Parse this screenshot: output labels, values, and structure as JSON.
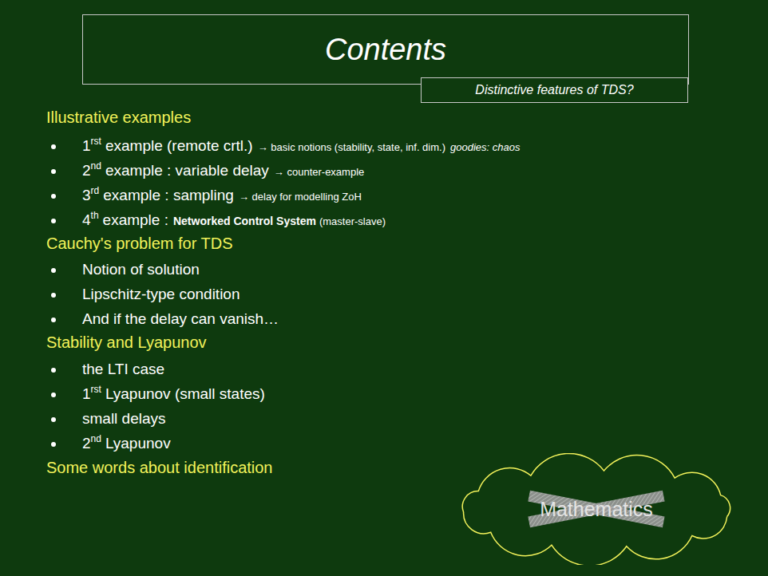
{
  "diagram": {
    "title": "Contents",
    "nodes": [
      {
        "text": [
          "Distinctive features of TDS?"
        ]
      },
      {
        "text": [
          "Mathematics"
        ]
      }
    ],
    "labels": [
      "Illustrative examples",
      "1",
      "rst",
      "example (remote crtl.)",
      "→ basic notions (stability, state, inf. dim.)",
      "goodies: chaos",
      "2",
      "nd",
      "example : variable delay",
      "→ counter-example",
      "3",
      "rd",
      "example : sampling",
      "→ delay for modelling ZoH",
      "4",
      "th",
      "example :",
      "Networked Control System",
      "(master-slave)",
      "Cauchy's problem for TDS",
      "Notion of solution",
      "Lipschitz-type condition",
      "And if the delay can vanish…",
      "Stability and Lyapunov",
      "the LTI case",
      "1",
      "rst",
      "Lyapunov (small states)",
      "small delays",
      "2",
      "nd",
      "Lyapunov",
      "Some words about identification"
    ]
  }
}
